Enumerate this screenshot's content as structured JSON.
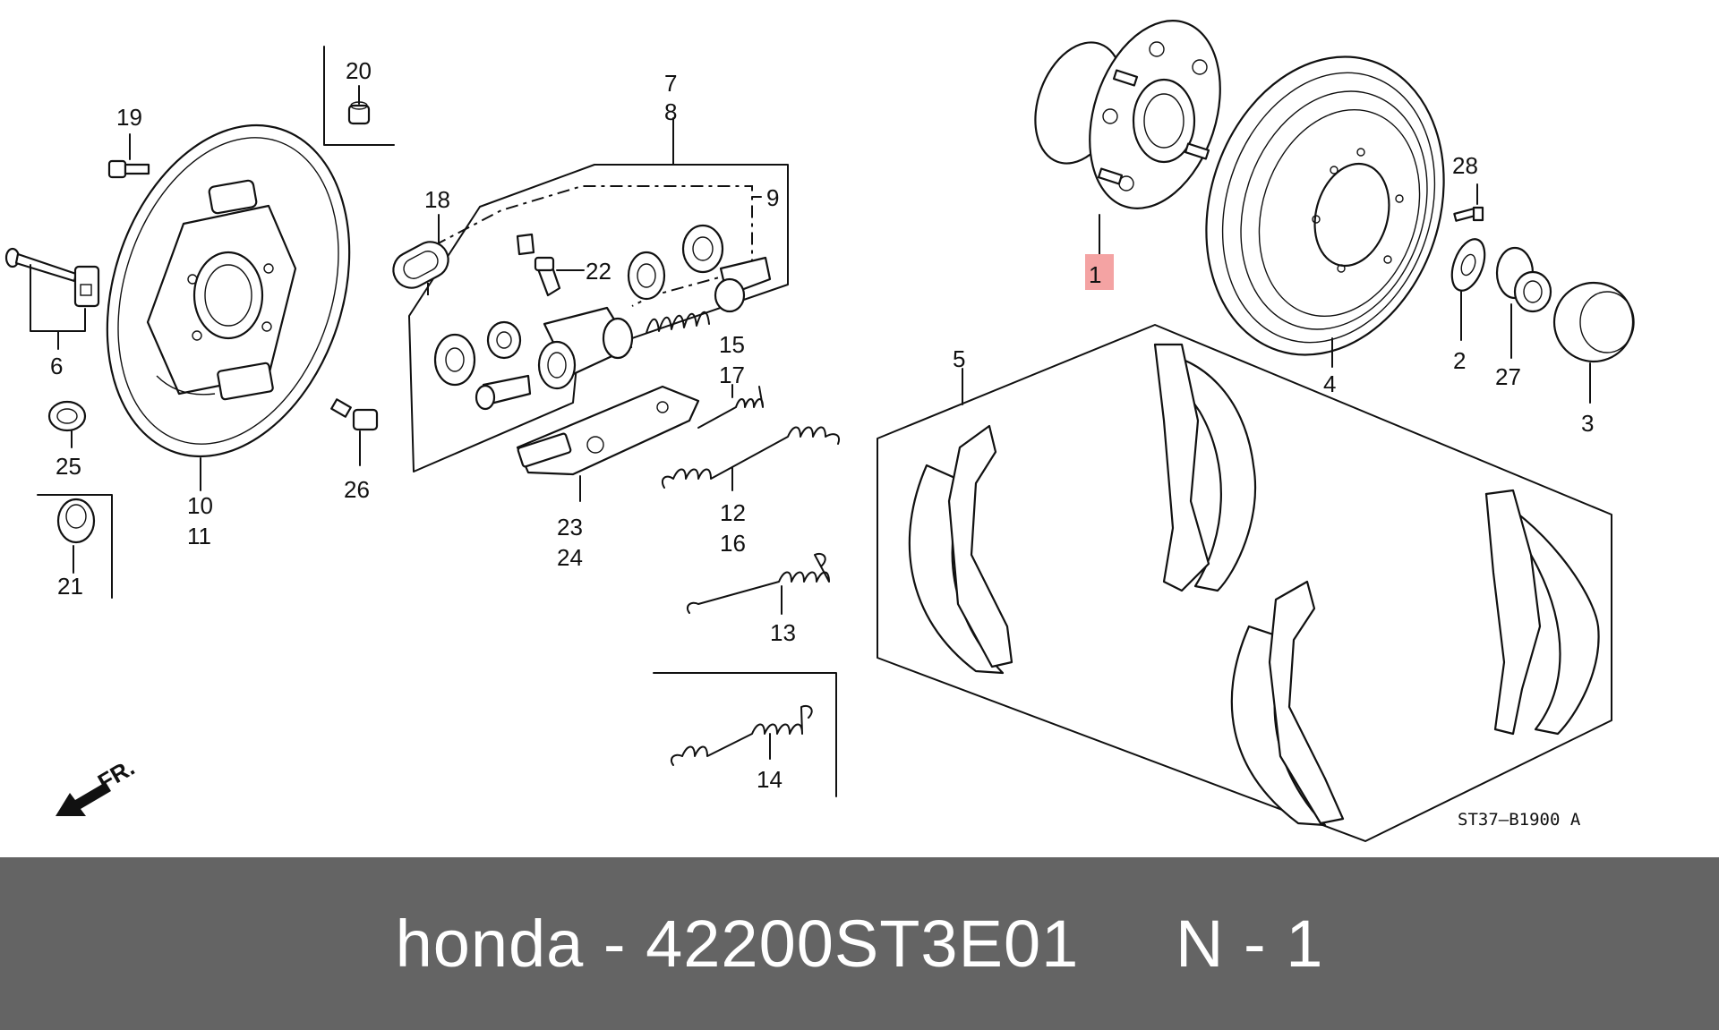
{
  "diagram": {
    "callouts": {
      "c1": "1",
      "c2": "2",
      "c3": "3",
      "c4": "4",
      "c5": "5",
      "c6": "6",
      "c7": "7",
      "c8": "8",
      "c9": "9",
      "c10": "10",
      "c11": "11",
      "c12": "12",
      "c13": "13",
      "c14": "14",
      "c15": "15",
      "c16": "16",
      "c17": "17",
      "c18": "18",
      "c19": "19",
      "c20": "20",
      "c21": "21",
      "c22": "22",
      "c23": "23",
      "c24": "24",
      "c25": "25",
      "c26": "26",
      "c27": "27",
      "c28": "28"
    },
    "highlight_color": "#f4a3a3",
    "direction_label": "FR.",
    "drawing_code": "ST37–B1900 A"
  },
  "footer": {
    "text": "honda - 42200ST3E01     N - 1",
    "background": "#646464"
  }
}
